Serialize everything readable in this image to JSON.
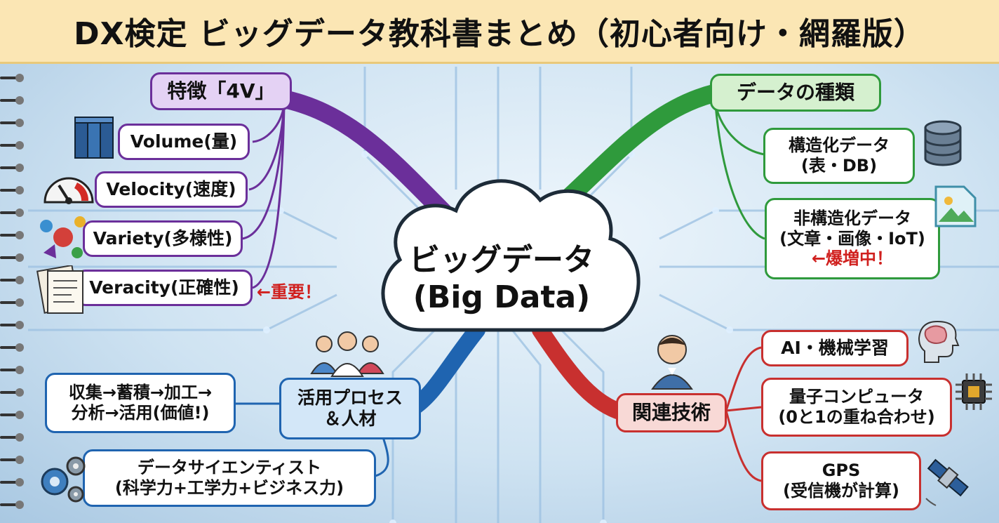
{
  "title": "DX検定 ビッグデータ教科書まとめ（初心者向け・網羅版）",
  "center": {
    "line1": "ビッグデータ",
    "line2": "(Big Data)"
  },
  "features": {
    "heading": "特徴「4V」",
    "items": [
      "Volume(量)",
      "Velocity(速度)",
      "Variety(多様性)",
      "Veracity(正確性)"
    ],
    "note": "←重要！"
  },
  "data_types": {
    "heading": "データの種類",
    "structured": {
      "line1": "構造化データ",
      "line2": "(表・DB)"
    },
    "unstructured": {
      "line1": "非構造化データ",
      "line2": "(文章・画像・IoT)",
      "note": "←爆増中！"
    }
  },
  "process": {
    "heading_line1": "活用プロセス",
    "heading_line2": "＆人材",
    "flow": {
      "line1": "収集→蓄積→加工→",
      "line2": "分析→活用(価値!)"
    },
    "scientist": {
      "line1": "データサイエンティスト",
      "line2": "(科学力+工学力+ビジネス力)"
    }
  },
  "tech": {
    "heading": "関連技術",
    "ai": "AI・機械学習",
    "quantum": {
      "line1": "量子コンピュータ",
      "line2": "(0と1の重ね合わせ)"
    },
    "gps": {
      "line1": "GPS",
      "line2": "(受信機が計算)"
    }
  },
  "colors": {
    "purple": "#6b2f9a",
    "green": "#2f9a3c",
    "blue": "#1f64b0",
    "red": "#c8302f"
  },
  "icons": [
    "books-icon",
    "speedometer-icon",
    "shapes-icon",
    "documents-icon",
    "database-icon",
    "image-file-icon",
    "people-icon",
    "person-icon",
    "brain-icon",
    "chip-icon",
    "gears-icon",
    "satellite-icon"
  ]
}
